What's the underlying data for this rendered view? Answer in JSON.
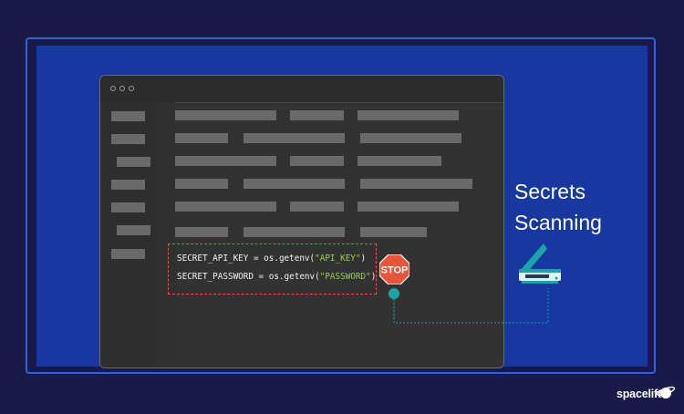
{
  "editor": {
    "code_lines": [
      {
        "prefix": "SECRET_API_KEY = os.getenv(",
        "arg": "\"API_KEY\"",
        "suffix": ")"
      },
      {
        "prefix": "SECRET_PASSWORD = os.getenv(",
        "arg": "\"PASSWORD\"",
        "suffix": ")"
      }
    ]
  },
  "stop_sign": {
    "label": "STOP"
  },
  "heading": {
    "line1": "Secrets",
    "line2": "Scanning"
  },
  "brand": {
    "name": "spacelift"
  },
  "colors": {
    "background": "#1a1a4a",
    "panel": "#1738a0",
    "accent_red": "#e8553a",
    "string_green": "#9bd04a",
    "teal": "#1aa5a8"
  },
  "icons": [
    "window-controls-icon",
    "stop-sign-icon",
    "document-scanner-icon",
    "spacelift-logo-icon"
  ]
}
